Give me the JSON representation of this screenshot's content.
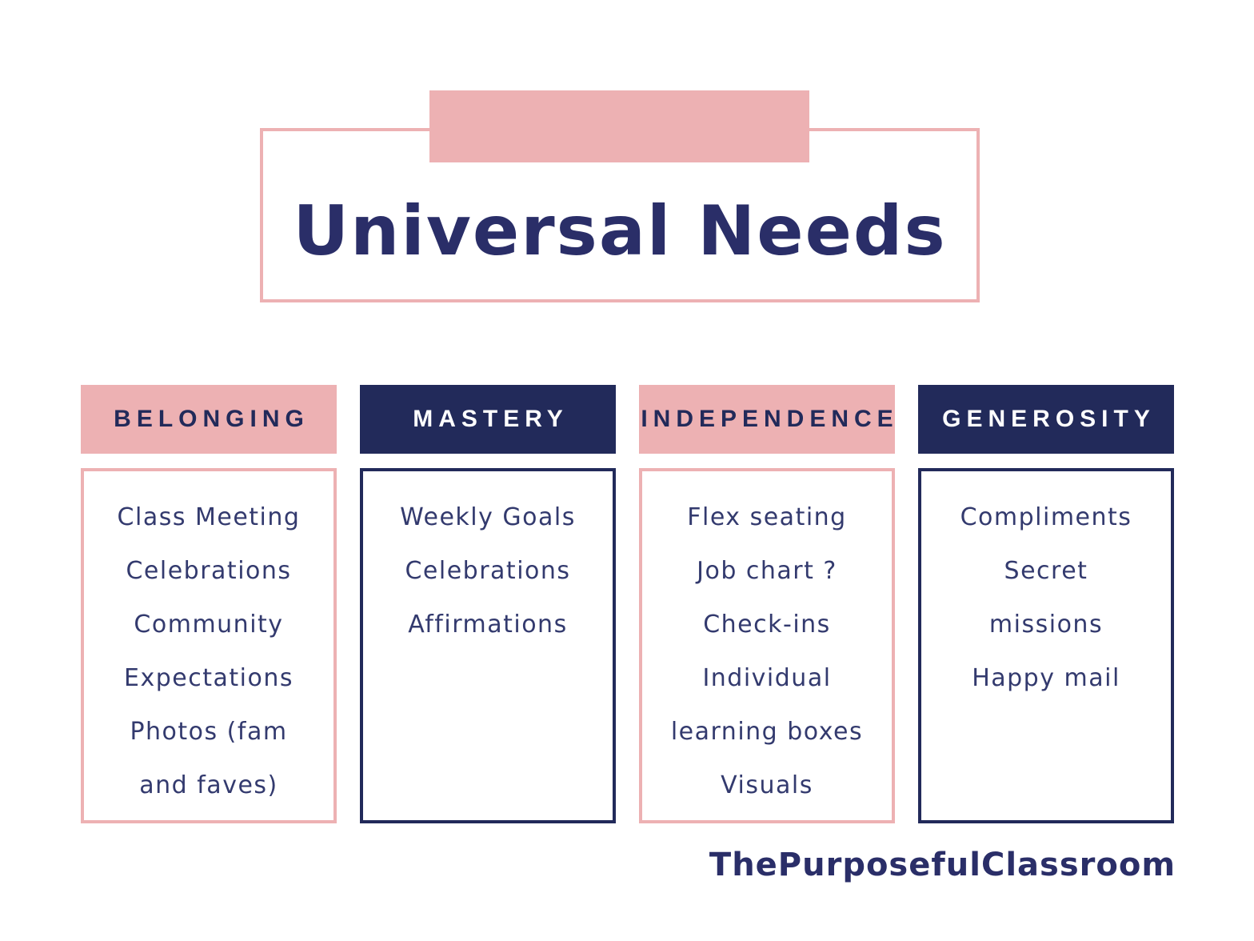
{
  "colors": {
    "background": "#ffffff",
    "pink": "#edb1b3",
    "navy": "#222a5a",
    "title_text": "#2a2e68",
    "body_text": "#333a6e",
    "header_text_on_pink": "#222a5a",
    "header_text_on_navy": "#ffffff"
  },
  "title": {
    "text": "Universal Needs"
  },
  "columns": [
    {
      "title": "BELONGING",
      "scheme": "pink",
      "items": [
        "Class Meeting",
        "Celebrations",
        "Community",
        "Expectations",
        "Photos (fam",
        "and faves)"
      ]
    },
    {
      "title": "MASTERY",
      "scheme": "navy",
      "items": [
        "Weekly Goals",
        "Celebrations",
        "Affirmations"
      ]
    },
    {
      "title": "INDEPENDENCE",
      "scheme": "pink",
      "items": [
        "Flex seating",
        "Job chart ?",
        "Check-ins",
        "Individual",
        "learning boxes",
        "Visuals"
      ]
    },
    {
      "title": "GENEROSITY",
      "scheme": "navy",
      "items": [
        "Compliments",
        "Secret",
        "missions",
        "Happy mail"
      ]
    }
  ],
  "footer": {
    "credit": "ThePurposefulClassroom"
  }
}
